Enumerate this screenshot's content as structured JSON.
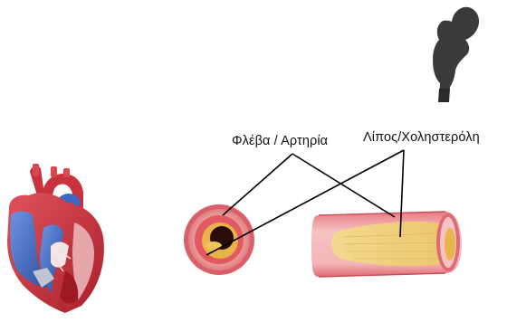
{
  "labels": {
    "vessel": "Φλέβα / Αρτηρία",
    "fat": "Λίπος/Χοληστερόλη"
  },
  "colors": {
    "vessel_wall": "#e9a3a6",
    "vessel_outer": "#d9434b",
    "plaque": "#f1d483",
    "blood": "#c9262a",
    "heart_red": "#c7323d",
    "heart_blue": "#3f6ec8",
    "silhouette": "#3b3b3b",
    "leader_lines": "#000000"
  },
  "icons": [
    "heart-illustration",
    "artery-cross-section",
    "artery-longitudinal-section",
    "child-silhouette"
  ]
}
